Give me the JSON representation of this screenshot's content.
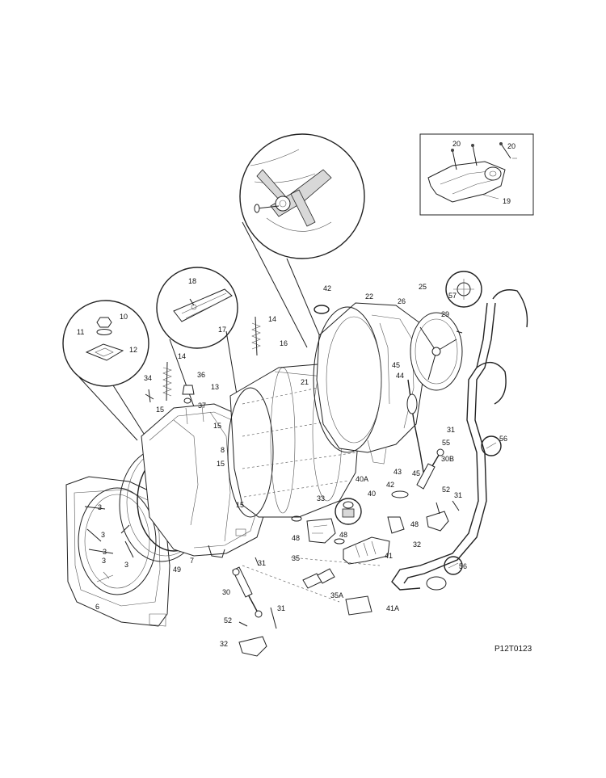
{
  "diagram": {
    "code": "P12T0123",
    "labels": [
      {
        "id": "20a",
        "text": "20"
      },
      {
        "id": "20b",
        "text": "20"
      },
      {
        "id": "19",
        "text": "19"
      },
      {
        "id": "18",
        "text": "18"
      },
      {
        "id": "17",
        "text": "17"
      },
      {
        "id": "10",
        "text": "10"
      },
      {
        "id": "11",
        "text": "11"
      },
      {
        "id": "12",
        "text": "12"
      },
      {
        "id": "14a",
        "text": "14"
      },
      {
        "id": "14b",
        "text": "14"
      },
      {
        "id": "16",
        "text": "16"
      },
      {
        "id": "21",
        "text": "21"
      },
      {
        "id": "42",
        "text": "42"
      },
      {
        "id": "22",
        "text": "22"
      },
      {
        "id": "25",
        "text": "25"
      },
      {
        "id": "26",
        "text": "26"
      },
      {
        "id": "57",
        "text": "57"
      },
      {
        "id": "29",
        "text": "29"
      },
      {
        "id": "34",
        "text": "34"
      },
      {
        "id": "36",
        "text": "36"
      },
      {
        "id": "13",
        "text": "13"
      },
      {
        "id": "37",
        "text": "37"
      },
      {
        "id": "15a",
        "text": "15"
      },
      {
        "id": "15b",
        "text": "15"
      },
      {
        "id": "15c",
        "text": "15"
      },
      {
        "id": "15d",
        "text": "15"
      },
      {
        "id": "8",
        "text": "8"
      },
      {
        "id": "45a",
        "text": "45"
      },
      {
        "id": "44",
        "text": "44"
      },
      {
        "id": "31a",
        "text": "31"
      },
      {
        "id": "55",
        "text": "55"
      },
      {
        "id": "56a",
        "text": "56"
      },
      {
        "id": "30B",
        "text": "30B"
      },
      {
        "id": "43",
        "text": "43"
      },
      {
        "id": "45b",
        "text": "45"
      },
      {
        "id": "40A",
        "text": "40A"
      },
      {
        "id": "40",
        "text": "40"
      },
      {
        "id": "42b",
        "text": "42"
      },
      {
        "id": "52a",
        "text": "52"
      },
      {
        "id": "31b",
        "text": "31"
      },
      {
        "id": "48a",
        "text": "48"
      },
      {
        "id": "32a",
        "text": "32"
      },
      {
        "id": "33",
        "text": "33"
      },
      {
        "id": "48b",
        "text": "48"
      },
      {
        "id": "48c",
        "text": "48"
      },
      {
        "id": "35",
        "text": "35"
      },
      {
        "id": "41",
        "text": "41"
      },
      {
        "id": "56b",
        "text": "56"
      },
      {
        "id": "3a",
        "text": "3"
      },
      {
        "id": "3b",
        "text": "3"
      },
      {
        "id": "3c",
        "text": "3"
      },
      {
        "id": "3d",
        "text": "3"
      },
      {
        "id": "3e",
        "text": "3"
      },
      {
        "id": "7",
        "text": "7"
      },
      {
        "id": "49",
        "text": "49"
      },
      {
        "id": "31c",
        "text": "31"
      },
      {
        "id": "6",
        "text": "6"
      },
      {
        "id": "30",
        "text": "30"
      },
      {
        "id": "35A",
        "text": "35A"
      },
      {
        "id": "41A",
        "text": "41A"
      },
      {
        "id": "52b",
        "text": "52"
      },
      {
        "id": "31d",
        "text": "31"
      },
      {
        "id": "32b",
        "text": "32"
      }
    ]
  }
}
